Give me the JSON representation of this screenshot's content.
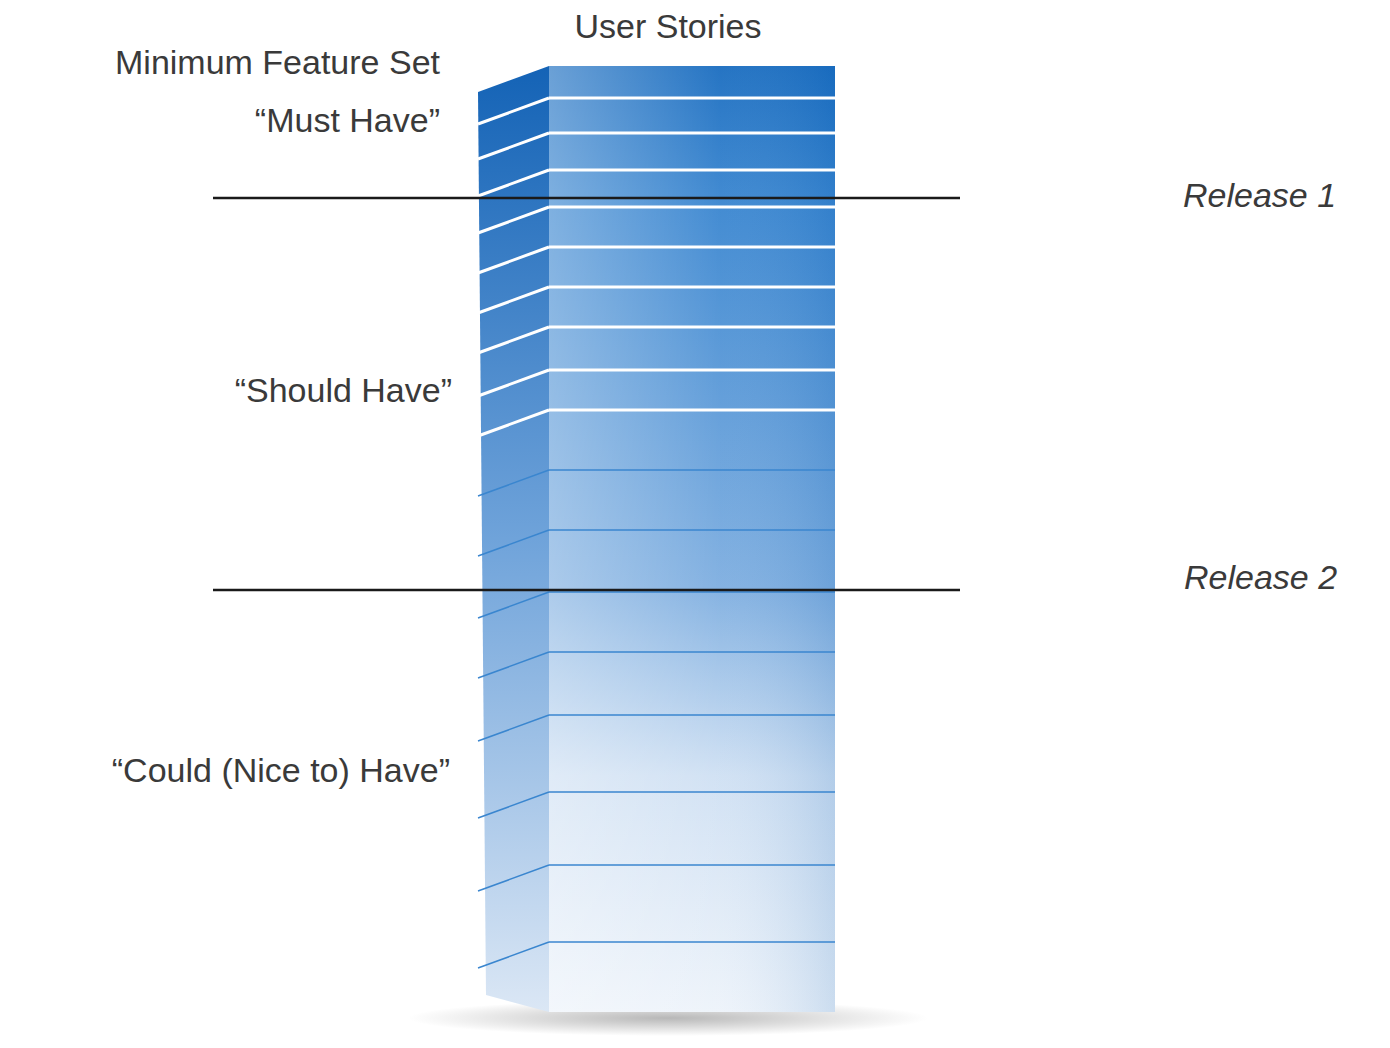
{
  "diagram": {
    "nodes": [
      {
        "text": [
          "User Stories"
        ]
      }
    ],
    "labels": [
      "Minimum Feature Set “Must Have”",
      "“Should Have”",
      "“Could (Nice to) Have”",
      "Release 1",
      "Release 2"
    ]
  }
}
